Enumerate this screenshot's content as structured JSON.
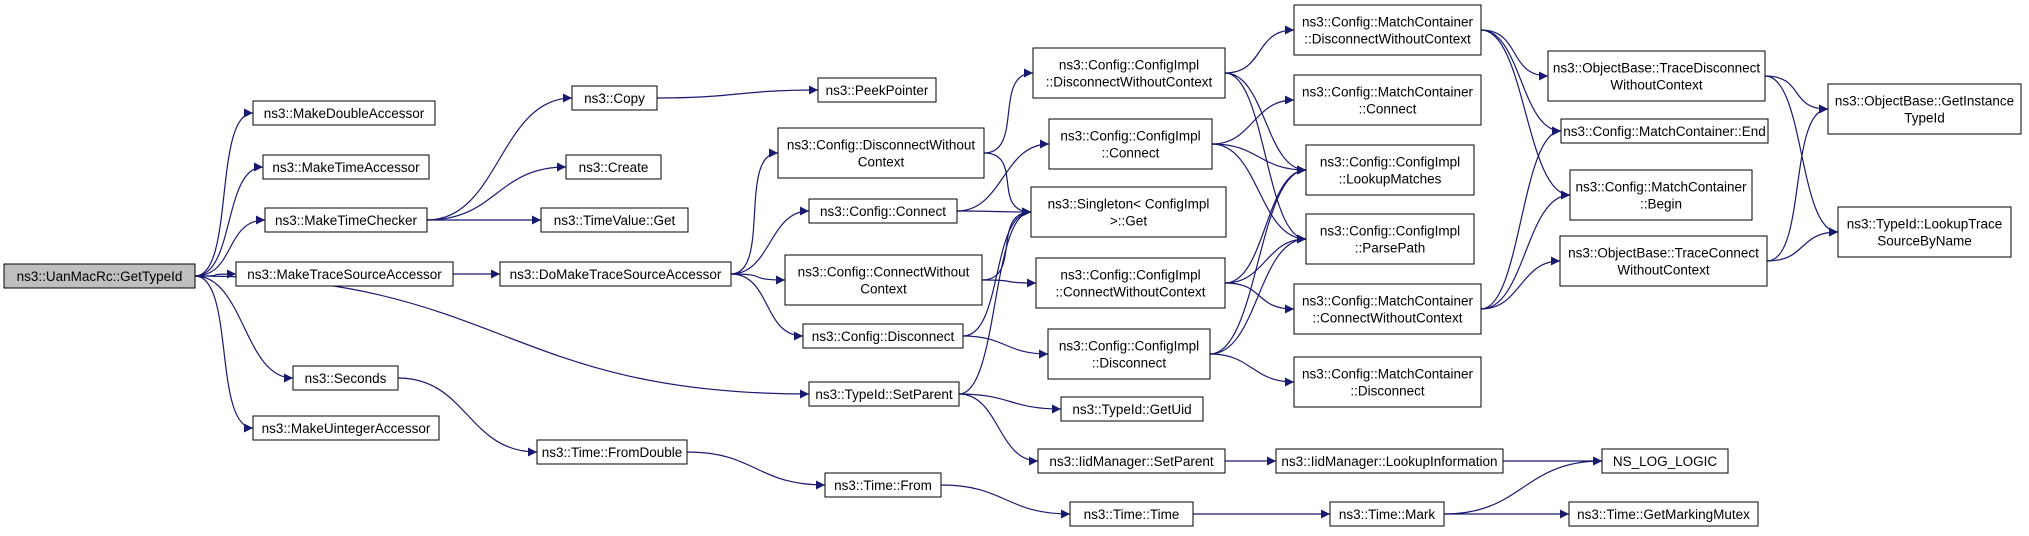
{
  "graph": {
    "colors": {
      "edge": "#191970",
      "node_border": "#000000",
      "node_fill": "#ffffff",
      "root_fill": "#bfbfbf",
      "text": "#000000"
    },
    "nodes": [
      {
        "id": "root",
        "lines": [
          "ns3::UanMacRc::GetTypeId"
        ],
        "root": true
      },
      {
        "id": "makeDoubleAccessor",
        "lines": [
          "ns3::MakeDoubleAccessor"
        ]
      },
      {
        "id": "makeTimeAccessor",
        "lines": [
          "ns3::MakeTimeAccessor"
        ]
      },
      {
        "id": "makeTimeChecker",
        "lines": [
          "ns3::MakeTimeChecker"
        ]
      },
      {
        "id": "makeTraceSourceAccessor",
        "lines": [
          "ns3::MakeTraceSourceAccessor"
        ]
      },
      {
        "id": "seconds",
        "lines": [
          "ns3::Seconds"
        ]
      },
      {
        "id": "makeUintegerAccessor",
        "lines": [
          "ns3::MakeUintegerAccessor"
        ]
      },
      {
        "id": "copy",
        "lines": [
          "ns3::Copy"
        ]
      },
      {
        "id": "create",
        "lines": [
          "ns3::Create"
        ]
      },
      {
        "id": "timeValueGet",
        "lines": [
          "ns3::TimeValue::Get"
        ]
      },
      {
        "id": "doMakeTraceSourceAccessor",
        "lines": [
          "ns3::DoMakeTraceSourceAccessor"
        ]
      },
      {
        "id": "timeFromDouble",
        "lines": [
          "ns3::Time::FromDouble"
        ]
      },
      {
        "id": "peekPointer",
        "lines": [
          "ns3::PeekPointer"
        ]
      },
      {
        "id": "configDisconnectWithoutContext",
        "lines": [
          "ns3::Config::DisconnectWithout",
          "Context"
        ]
      },
      {
        "id": "configConnect",
        "lines": [
          "ns3::Config::Connect"
        ]
      },
      {
        "id": "configConnectWithoutContext",
        "lines": [
          "ns3::Config::ConnectWithout",
          "Context"
        ]
      },
      {
        "id": "configDisconnect",
        "lines": [
          "ns3::Config::Disconnect"
        ]
      },
      {
        "id": "typeIdSetParent",
        "lines": [
          "ns3::TypeId::SetParent"
        ]
      },
      {
        "id": "timeFrom",
        "lines": [
          "ns3::Time::From"
        ]
      },
      {
        "id": "implDisconnectWithoutContext",
        "lines": [
          "ns3::Config::ConfigImpl",
          "::DisconnectWithoutContext"
        ]
      },
      {
        "id": "implConnect",
        "lines": [
          "ns3::Config::ConfigImpl",
          "::Connect"
        ]
      },
      {
        "id": "singletonGet",
        "lines": [
          "ns3::Singleton< ConfigImpl",
          " >::Get"
        ]
      },
      {
        "id": "implConnectWithoutContext",
        "lines": [
          "ns3::Config::ConfigImpl",
          "::ConnectWithoutContext"
        ]
      },
      {
        "id": "implDisconnect",
        "lines": [
          "ns3::Config::ConfigImpl",
          "::Disconnect"
        ]
      },
      {
        "id": "typeIdGetUid",
        "lines": [
          "ns3::TypeId::GetUid"
        ]
      },
      {
        "id": "iidSetParent",
        "lines": [
          "ns3::IidManager::SetParent"
        ]
      },
      {
        "id": "timeTime",
        "lines": [
          "ns3::Time::Time"
        ]
      },
      {
        "id": "mcDisconnectWithoutContext",
        "lines": [
          "ns3::Config::MatchContainer",
          "::DisconnectWithoutContext"
        ]
      },
      {
        "id": "mcConnect",
        "lines": [
          "ns3::Config::MatchContainer",
          "::Connect"
        ]
      },
      {
        "id": "implLookupMatches",
        "lines": [
          "ns3::Config::ConfigImpl",
          "::LookupMatches"
        ]
      },
      {
        "id": "implParsePath",
        "lines": [
          "ns3::Config::ConfigImpl",
          "::ParsePath"
        ]
      },
      {
        "id": "mcConnectWithoutContext",
        "lines": [
          "ns3::Config::MatchContainer",
          "::ConnectWithoutContext"
        ]
      },
      {
        "id": "mcDisconnect",
        "lines": [
          "ns3::Config::MatchContainer",
          "::Disconnect"
        ]
      },
      {
        "id": "iidLookupInformation",
        "lines": [
          "ns3::IidManager::LookupInformation"
        ]
      },
      {
        "id": "timeMark",
        "lines": [
          "ns3::Time::Mark"
        ]
      },
      {
        "id": "obTraceDisconnect",
        "lines": [
          "ns3::ObjectBase::TraceDisconnect",
          "WithoutContext"
        ]
      },
      {
        "id": "mcEnd",
        "lines": [
          "ns3::Config::MatchContainer::End"
        ]
      },
      {
        "id": "mcBegin",
        "lines": [
          "ns3::Config::MatchContainer",
          "::Begin"
        ]
      },
      {
        "id": "obTraceConnect",
        "lines": [
          "ns3::ObjectBase::TraceConnect",
          "WithoutContext"
        ]
      },
      {
        "id": "nsLogLogic",
        "lines": [
          "NS_LOG_LOGIC"
        ]
      },
      {
        "id": "getMarkingMutex",
        "lines": [
          "ns3::Time::GetMarkingMutex"
        ]
      },
      {
        "id": "obGetInstanceTypeId",
        "lines": [
          "ns3::ObjectBase::GetInstance",
          "TypeId"
        ]
      },
      {
        "id": "typeIdLookupTraceSource",
        "lines": [
          "ns3::TypeId::LookupTrace",
          "SourceByName"
        ]
      }
    ],
    "edges": [
      [
        "root",
        "makeDoubleAccessor"
      ],
      [
        "root",
        "makeTimeAccessor"
      ],
      [
        "root",
        "makeTimeChecker"
      ],
      [
        "root",
        "makeTraceSourceAccessor"
      ],
      [
        "root",
        "seconds"
      ],
      [
        "root",
        "makeUintegerAccessor"
      ],
      [
        "root",
        "typeIdSetParent"
      ],
      [
        "makeTimeChecker",
        "copy"
      ],
      [
        "makeTimeChecker",
        "create"
      ],
      [
        "makeTimeChecker",
        "timeValueGet"
      ],
      [
        "copy",
        "peekPointer"
      ],
      [
        "makeTraceSourceAccessor",
        "doMakeTraceSourceAccessor"
      ],
      [
        "doMakeTraceSourceAccessor",
        "configDisconnectWithoutContext"
      ],
      [
        "doMakeTraceSourceAccessor",
        "configConnect"
      ],
      [
        "doMakeTraceSourceAccessor",
        "configConnectWithoutContext"
      ],
      [
        "doMakeTraceSourceAccessor",
        "configDisconnect"
      ],
      [
        "seconds",
        "timeFromDouble"
      ],
      [
        "timeFromDouble",
        "timeFrom"
      ],
      [
        "timeFrom",
        "timeTime"
      ],
      [
        "timeTime",
        "timeMark"
      ],
      [
        "configDisconnectWithoutContext",
        "implDisconnectWithoutContext"
      ],
      [
        "configDisconnectWithoutContext",
        "singletonGet"
      ],
      [
        "configConnect",
        "implConnect"
      ],
      [
        "configConnect",
        "singletonGet"
      ],
      [
        "configConnectWithoutContext",
        "singletonGet"
      ],
      [
        "configConnectWithoutContext",
        "implConnectWithoutContext"
      ],
      [
        "configDisconnect",
        "singletonGet"
      ],
      [
        "configDisconnect",
        "implDisconnect"
      ],
      [
        "typeIdSetParent",
        "singletonGet"
      ],
      [
        "typeIdSetParent",
        "typeIdGetUid"
      ],
      [
        "typeIdSetParent",
        "iidSetParent"
      ],
      [
        "iidSetParent",
        "iidLookupInformation"
      ],
      [
        "iidLookupInformation",
        "nsLogLogic"
      ],
      [
        "implDisconnectWithoutContext",
        "mcDisconnectWithoutContext"
      ],
      [
        "implDisconnectWithoutContext",
        "implLookupMatches"
      ],
      [
        "implDisconnectWithoutContext",
        "implParsePath"
      ],
      [
        "implConnect",
        "mcConnect"
      ],
      [
        "implConnect",
        "implLookupMatches"
      ],
      [
        "implConnect",
        "implParsePath"
      ],
      [
        "implConnectWithoutContext",
        "implLookupMatches"
      ],
      [
        "implConnectWithoutContext",
        "implParsePath"
      ],
      [
        "implConnectWithoutContext",
        "mcConnectWithoutContext"
      ],
      [
        "implDisconnect",
        "implLookupMatches"
      ],
      [
        "implDisconnect",
        "implParsePath"
      ],
      [
        "implDisconnect",
        "mcDisconnect"
      ],
      [
        "mcDisconnectWithoutContext",
        "obTraceDisconnect"
      ],
      [
        "mcDisconnectWithoutContext",
        "mcEnd"
      ],
      [
        "mcDisconnectWithoutContext",
        "mcBegin"
      ],
      [
        "mcConnectWithoutContext",
        "mcEnd"
      ],
      [
        "mcConnectWithoutContext",
        "mcBegin"
      ],
      [
        "mcConnectWithoutContext",
        "obTraceConnect"
      ],
      [
        "obTraceDisconnect",
        "obGetInstanceTypeId"
      ],
      [
        "obTraceDisconnect",
        "typeIdLookupTraceSource"
      ],
      [
        "obTraceConnect",
        "obGetInstanceTypeId"
      ],
      [
        "obTraceConnect",
        "typeIdLookupTraceSource"
      ],
      [
        "timeMark",
        "nsLogLogic"
      ],
      [
        "timeMark",
        "getMarkingMutex"
      ]
    ]
  }
}
